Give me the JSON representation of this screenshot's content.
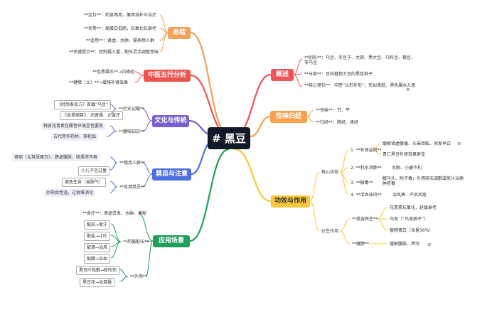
{
  "root": "# 黑豆",
  "summary": {
    "title": "总结",
    "items": [
      "**定位**：药食两用，兼具滋补与治疗",
      "**优势**：高蛋白低脂，抗氧化抗衰老",
      "**适用**：肾虚、水肿、需养颜人群",
      "**关键提示**：控制摄入量，配伍灵活调整性味"
    ]
  },
  "wuxing": {
    "title": "中医五行分析",
    "items": [
      "**色黑属水**→归肾经",
      "**健脾（土）**→增强补肾效果"
    ]
  },
  "culture": {
    "title": "文化与传统",
    "history_label": "**历史记载**",
    "history": [
      "《肘后备急方》首载“乌豆”",
      "《本草纲目》：润肾燥、止盗汗"
    ],
    "fun_label": "**趣味知识**",
    "fun": [
      "种皮花青素在酸性环境呈性要变",
      "古代用作药材、祭祀品"
    ]
  },
  "taboo": {
    "title": "禁忌与注意",
    "people_label": "**慎用人群**",
    "people": [
      "肾病（尤其尿蛋白）、脾虚腹胀、肠滑泄泻者",
      "小儿不宜过量"
    ],
    "food_label": "**食用禁忌**",
    "food": [
      "避免生食（易胀气）",
      "炒熟后性温，过食难消化"
    ]
  },
  "apply": {
    "title": "应用场景",
    "diet_label": "**食疗**：肾虚白发、水肿、便秘",
    "pair_label": "**药膳配伍**",
    "pairs": [
      "配蒜→发汗",
      "配盐→止吐",
      "配酒→治风",
      "配醋→治血"
    ],
    "ext_label": "**外用**",
    "ext": [
      "黑豆叶捣敷→蛇咬伤",
      "黑豆花→治目翳"
    ]
  },
  "overview": {
    "title": "概述",
    "items": [
      "**别名**：乌豆、冬豆子、大菽、黑大豆、马料豆、橹豆、零乌豆",
      "**分类**：豆科植物大豆的黑色种子",
      "**核心理论**：中医“以形补形”，形似肾脏，黑色属水入肾"
    ]
  },
  "nature": {
    "title": "性味归经",
    "items": [
      "**性味**：甘、平",
      "**归经**：脾经、肾经"
    ]
  },
  "effects": {
    "title": "功效与作用",
    "core_label": "核心功效",
    "core": [
      {
        "label": "1. **补肾益阴**",
        "subs": [
          "缓解肾虚腰痛、头晕目眩、须发早白",
          "青仁黑豆补肾效果更佳"
        ]
      },
      {
        "label": "2. **利水消肿**",
        "subs": [
          "水肿、小便不利"
        ]
      },
      {
        "label": "3. **解毒**",
        "subs": [
          "解乌头、附子毒；外用研末调敷或煎汁治痈肿疮毒"
        ]
      },
      {
        "label": "4. **活血祛风**",
        "subs": [
          "治风痹、产后风痉"
        ]
      }
    ],
    "derived_label": "衍生作用",
    "beauty_label": "**美容养生**",
    "beauty": [
      "花青素抗氧化，延缓衰老",
      "乌发（“乌发娘子”）",
      "植物蛋白（含量36%）"
    ],
    "spleen_label": "**健脾**",
    "spleen": [
      "缓解腹胀、泄泻"
    ]
  },
  "colors": {
    "root": "#111827",
    "overview": "#f0545a",
    "nature": "#f6a14b",
    "effects": "#f8c83c",
    "summary": "#f3a05a",
    "wuxing": "#ef5350",
    "culture": "#7a5fd0",
    "taboo": "#4e6fe3",
    "apply": "#1fa05a"
  }
}
